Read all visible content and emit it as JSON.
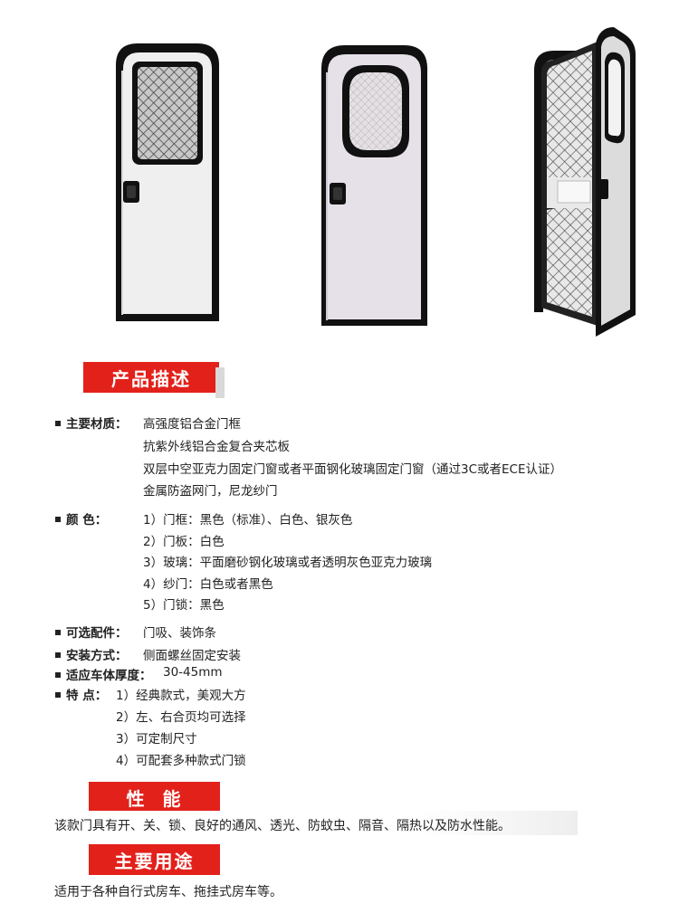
{
  "sections": {
    "description": "产品描述",
    "performance": "性  能",
    "usage": "主要用途"
  },
  "specs": {
    "material": {
      "label": "主要材质：",
      "lines": [
        "高强度铝合金门框",
        "抗紫外线铝合金复合夹芯板",
        "双层中空亚克力固定门窗或者平面钢化玻璃固定门窗（通过3C或者ECE认证）",
        "金属防盗网门，尼龙纱门"
      ]
    },
    "color": {
      "label": "颜      色：",
      "lines": [
        "1）门框：黑色（标准）、白色、银灰色",
        "2）门板：白色",
        "3）玻璃：平面磨砂钢化玻璃或者透明灰色亚克力玻璃",
        "4）纱门：白色或者黑色",
        "5）门锁：黑色"
      ]
    },
    "accessories": {
      "label": "可选配件：",
      "value": "门吸、装饰条"
    },
    "install": {
      "label": "安装方式：",
      "value": "侧面螺丝固定安装"
    },
    "thickness": {
      "label": "适应车体厚度：",
      "value": "30-45mm"
    },
    "features": {
      "label": "特  点：",
      "lines": [
        "1）经典款式，美观大方",
        "2）左、右合页均可选择",
        "3）可定制尺寸",
        "4）可配套多种款式门锁"
      ]
    }
  },
  "performance_text": "该款门具有开、关、锁、良好的通风、透光、防蚊虫、隔音、隔热以及防水性能。",
  "usage_text": "适用于各种自行式房车、拖挂式房车等。",
  "colors": {
    "accent": "#e3211b",
    "frame": "#111111"
  }
}
